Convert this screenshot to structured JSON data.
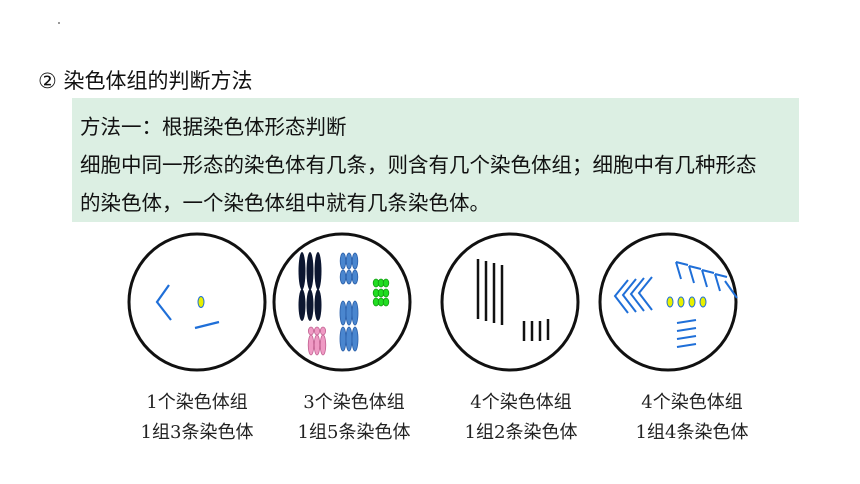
{
  "heading": "② 染色体组的判断方法",
  "method": {
    "title": "方法一：根据染色体形态判断",
    "line1": "细胞中同一形态的染色体有几条，则含有几个染色体组；细胞中有几种形态",
    "line2": "的染色体，一个染色体组中就有几条染色体。"
  },
  "cells": [
    {
      "caption1": "1个染色体组",
      "caption2": "1组3条染色体"
    },
    {
      "caption1": "3个染色体组",
      "caption2": "1组5条染色体"
    },
    {
      "caption1": "4个染色体组",
      "caption2": "1组2条染色体"
    },
    {
      "caption1": "4个染色体组",
      "caption2": "1组4条染色体"
    }
  ],
  "colors": {
    "box_bg": "#dcefe3",
    "blue": "#1f6fd8",
    "navy": "#0c1630",
    "steel_blue": "#4a86cf",
    "green": "#22dd22",
    "pink": "#ef9ac4",
    "yellow": "#e8f000"
  }
}
